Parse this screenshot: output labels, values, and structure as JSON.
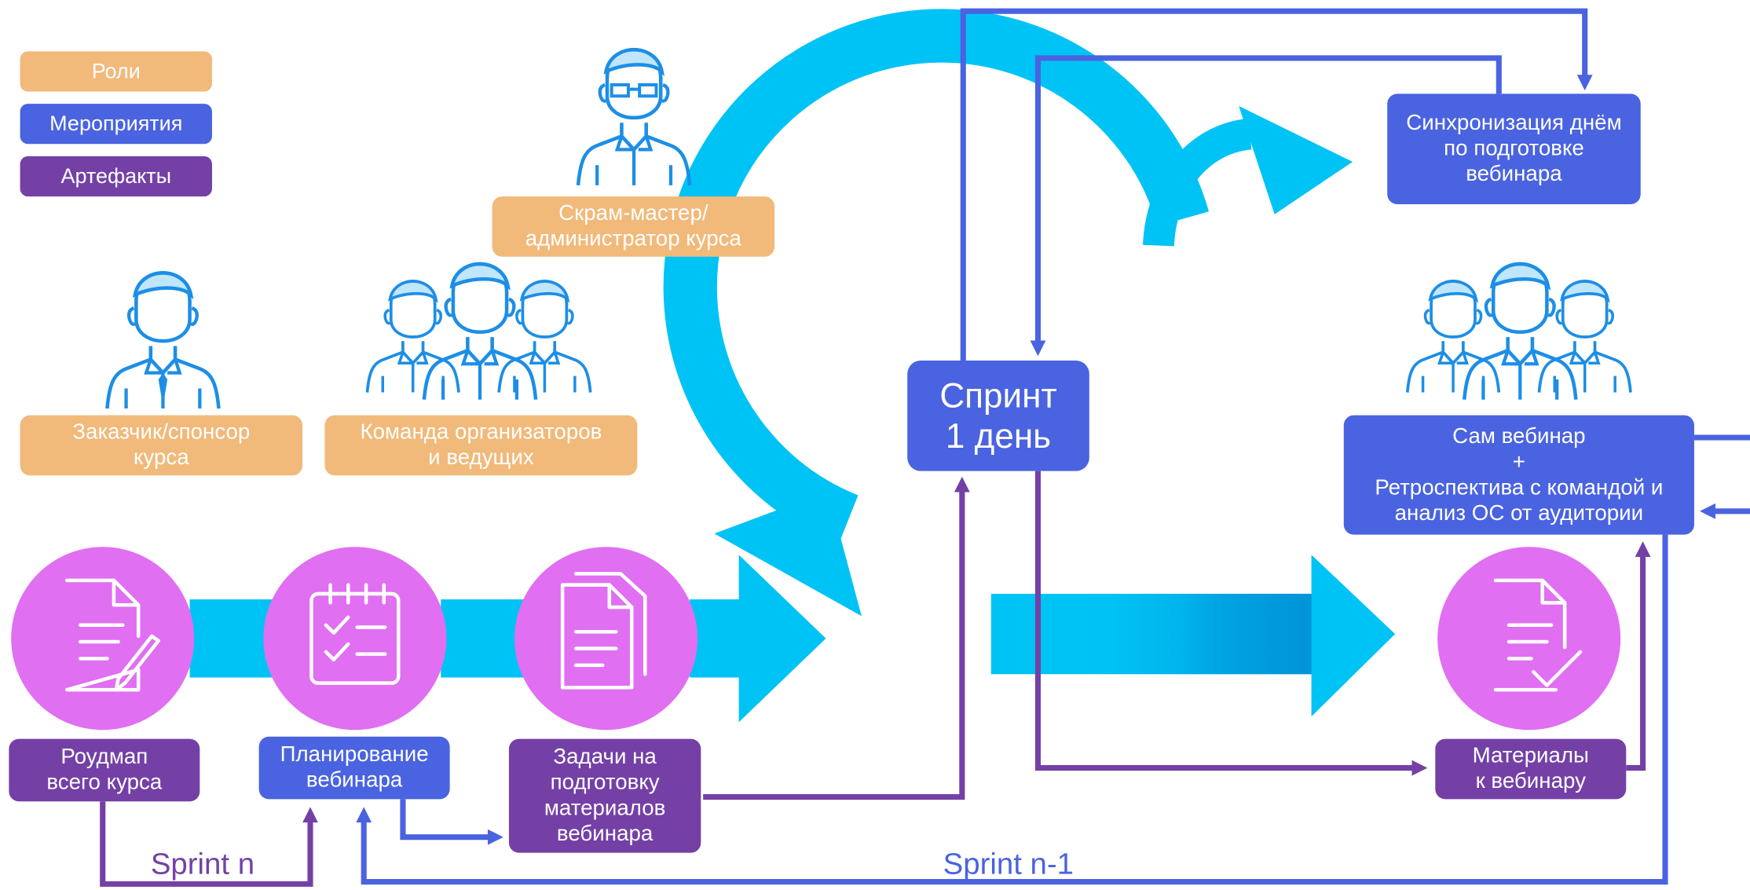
{
  "legend": {
    "roles": "Роли",
    "events": "Мероприятия",
    "artifacts": "Артефакты"
  },
  "roles": {
    "scrum_master": "Скрам-мастер/\nадминистратор курса",
    "customer": "Заказчик/спонсор\nкурса",
    "team": "Команда организаторов\nи ведущих"
  },
  "nodes": {
    "roadmap": "Роудмап\nвсего курса",
    "planning": "Планирование\nвебинара",
    "tasks": "Задачи на\nподготовку\nматериалов\nвебинара",
    "sprint": "Спринт\n1 день",
    "sync": "Синхронизация днём\nпо подготовке\nвебинара",
    "webinar": "Сам вебинар\n+\nРетроспектива с командой и\nанализ ОС от аудитории",
    "materials": "Материалы\nк вебинару"
  },
  "sprint_labels": {
    "n": "Sprint n",
    "n_minus_1": "Sprint n-1"
  },
  "colors": {
    "role": "#f1b97a",
    "event": "#4a63e0",
    "artifact": "#7440a6",
    "cycle": "#00c3f5",
    "circle": "#e06ff2",
    "arrow_event": "#4a63e0",
    "arrow_artifact": "#7440a6",
    "person": "#1d8ee6"
  },
  "icons": [
    "person-glasses-icon",
    "person-tie-icon",
    "team-icon",
    "document-pen-icon",
    "checklist-icon",
    "documents-icon",
    "document-check-icon"
  ]
}
